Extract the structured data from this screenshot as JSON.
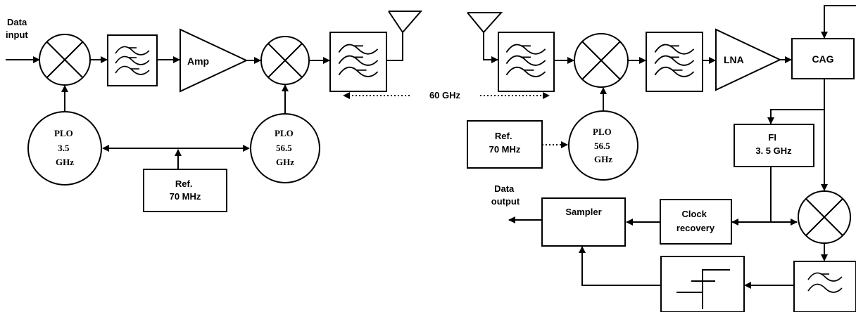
{
  "transmitter": {
    "data_input_line1": "Data",
    "data_input_line2": "input",
    "amp_label": "Amp",
    "plo1_line1": "PLO",
    "plo1_line2": "3.5",
    "plo1_line3": "GHz",
    "plo2_line1": "PLO",
    "plo2_line2": "56.5",
    "plo2_line3": "GHz",
    "ref_line1": "Ref.",
    "ref_line2": "70 MHz"
  },
  "link": {
    "frequency_label": "60 GHz"
  },
  "receiver": {
    "lna_label": "LNA",
    "cag_label": "CAG",
    "ref_line1": "Ref.",
    "ref_line2": "70 MHz",
    "plo_line1": "PLO",
    "plo_line2": "56.5",
    "plo_line3": "GHz",
    "fi_line1": "FI",
    "fi_line2": "3. 5 GHz",
    "clock_line1": "Clock",
    "clock_line2": "recovery",
    "sampler_label": "Sampler",
    "data_output_line1": "Data",
    "data_output_line2": "output"
  }
}
